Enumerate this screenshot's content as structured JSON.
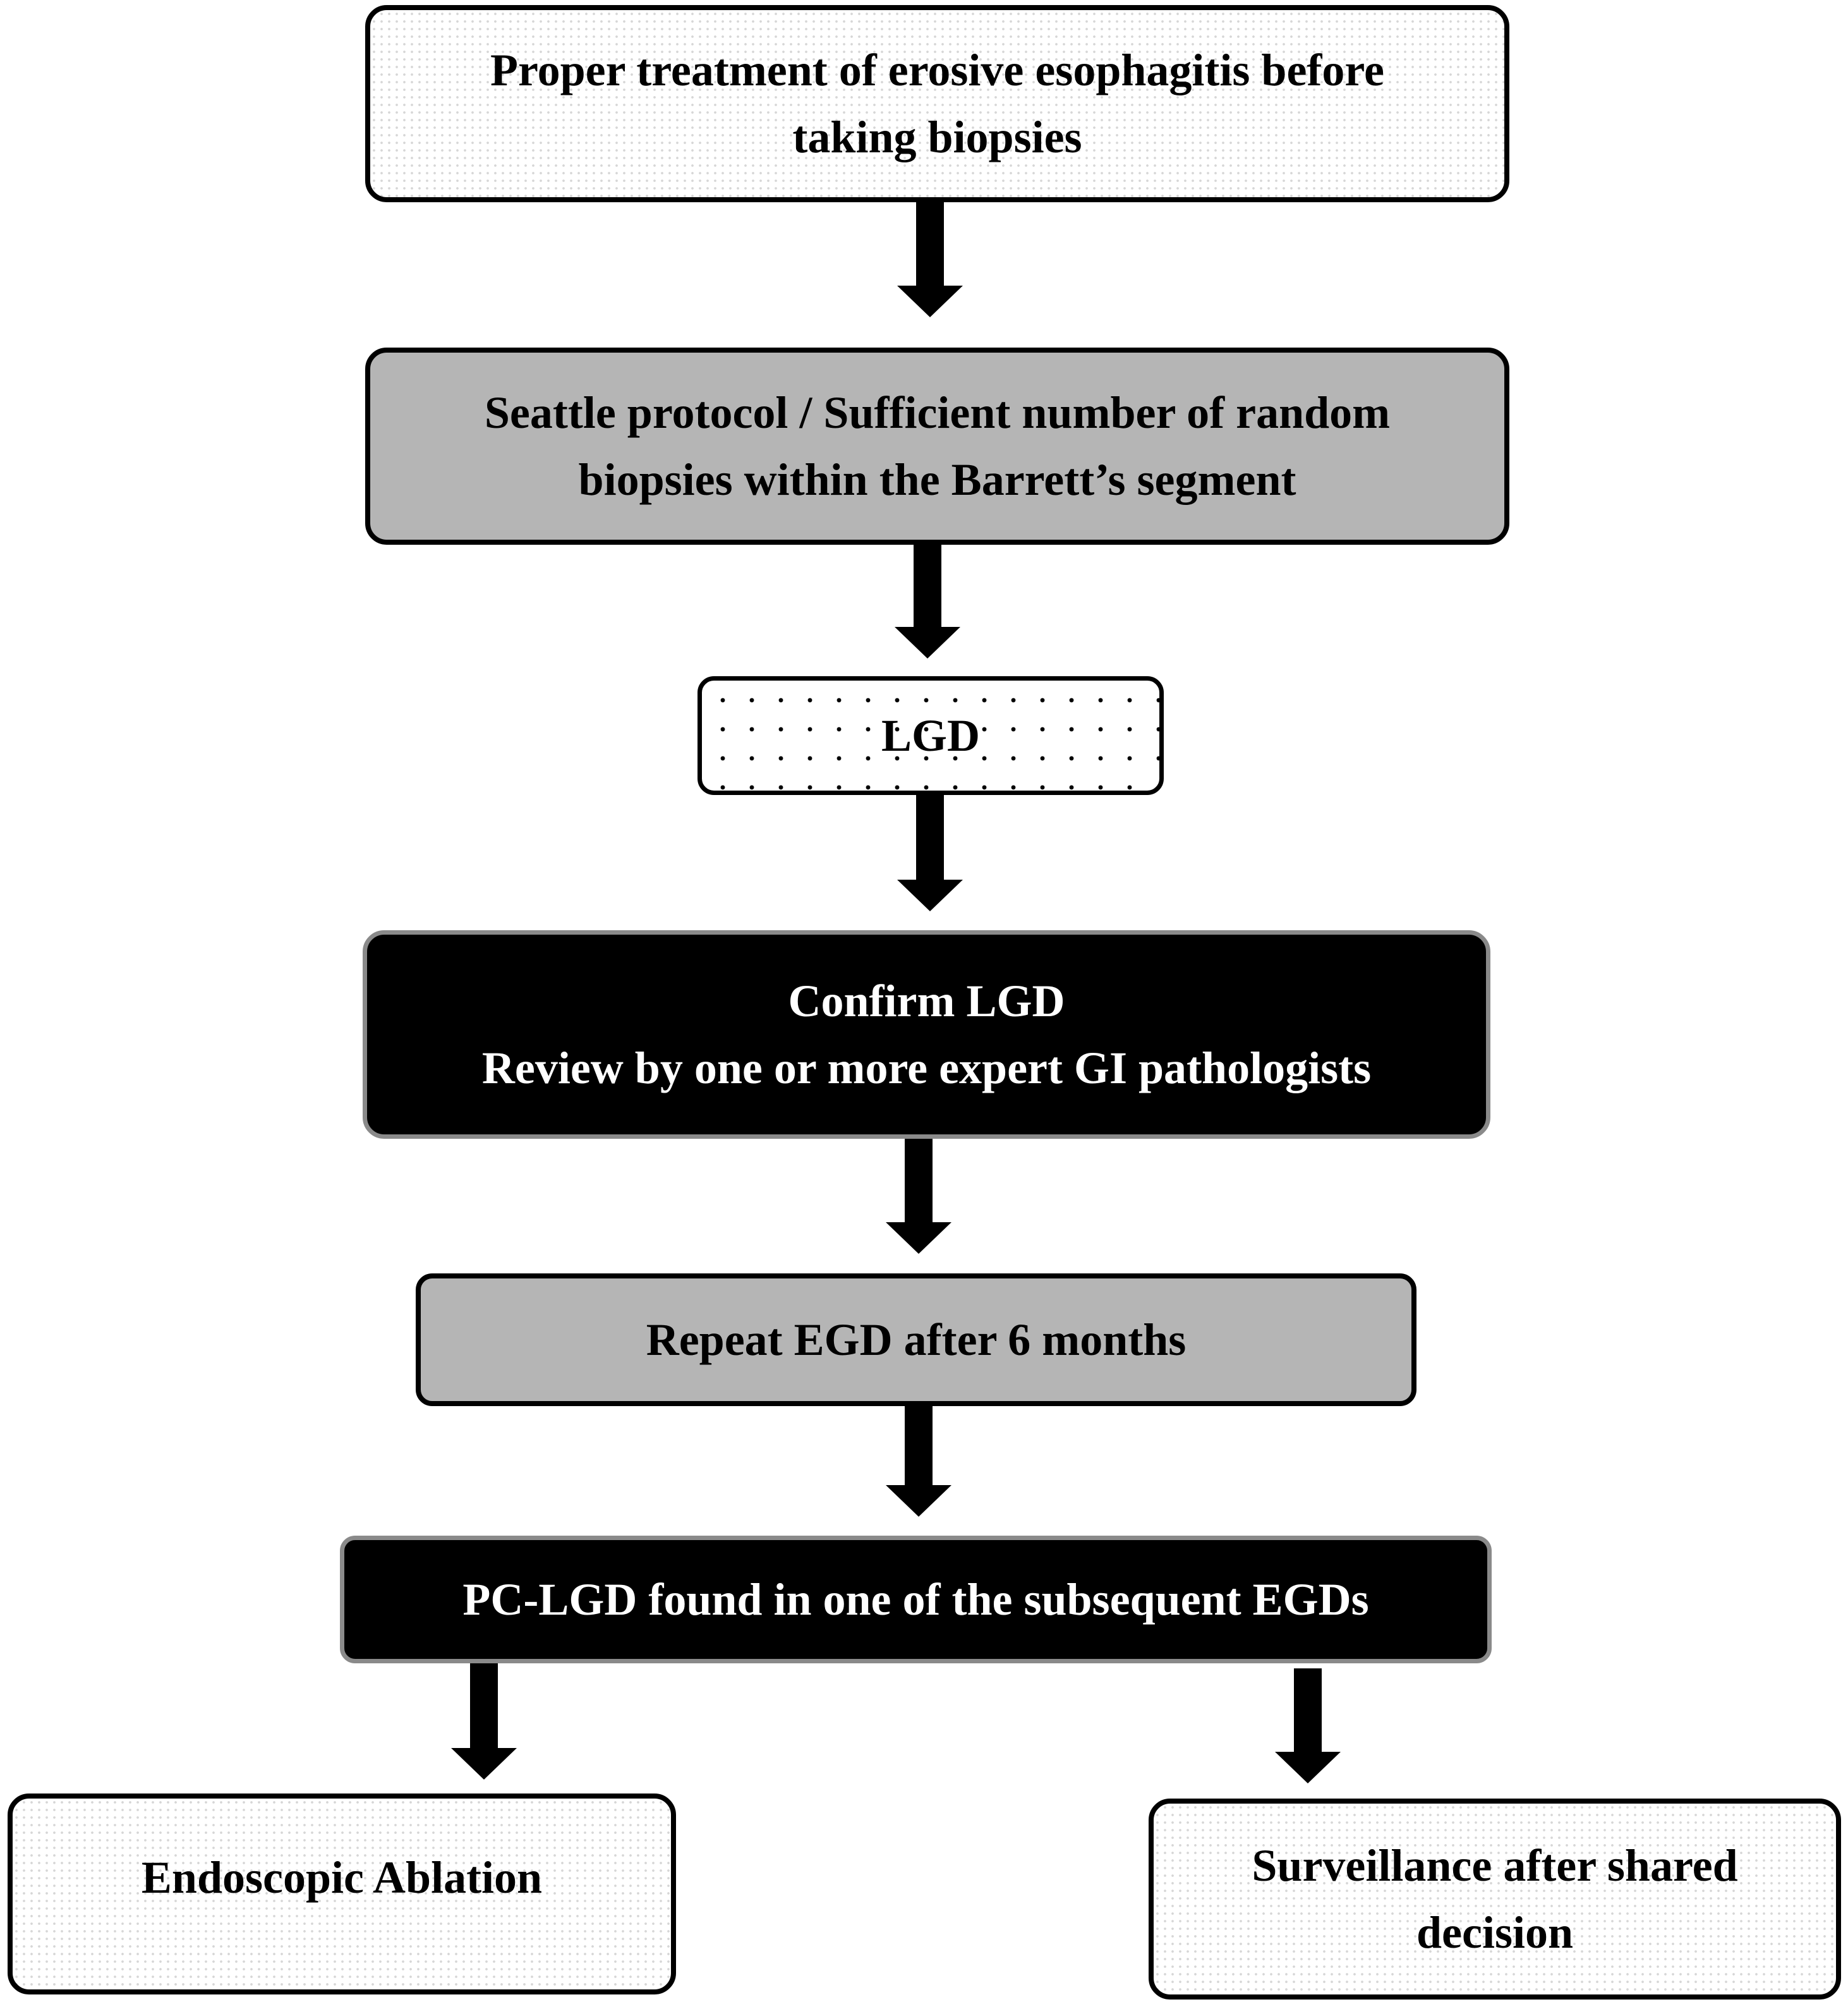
{
  "flowchart": {
    "steps": {
      "treatment": {
        "line1": "Proper treatment of erosive esophagitis before",
        "line2": "taking biopsies"
      },
      "seattle": {
        "line1": "Seattle protocol / Sufficient number of random",
        "line2": "biopsies within the Barrett’s segment"
      },
      "lgd": {
        "label": "LGD"
      },
      "confirm": {
        "line1": "Confirm LGD",
        "line2": "Review by one or more expert GI pathologists"
      },
      "repeat": {
        "label": "Repeat EGD after 6 months"
      },
      "pclgd": {
        "label": "PC-LGD found in one of the subsequent EGDs"
      },
      "ablation": {
        "label": "Endoscopic Ablation"
      },
      "surveillance": {
        "line1": "Surveillance after shared",
        "line2": "decision"
      }
    }
  }
}
